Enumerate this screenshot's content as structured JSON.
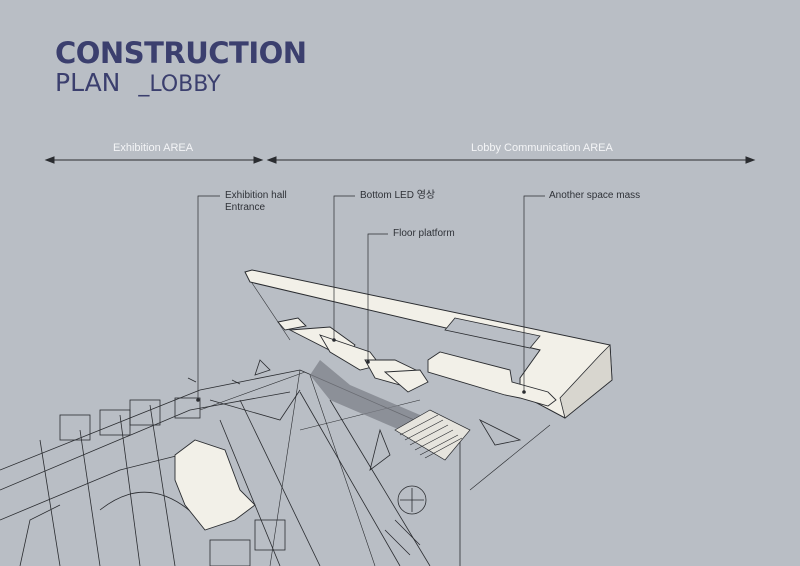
{
  "title": {
    "line1": "CONSTRUCTION",
    "line2": "PLAN",
    "subtitle": "_LOBBY"
  },
  "areas": [
    {
      "label": "Exhibition AREA"
    },
    {
      "label": "Lobby Communication AREA"
    }
  ],
  "callouts": [
    {
      "line1": "Exhibition hall",
      "line2": "Entrance"
    },
    {
      "line1": "Bottom LED 영상"
    },
    {
      "line1": "Floor platform"
    },
    {
      "line1": "Another space mass"
    }
  ],
  "colors": {
    "background": "#b9bec5",
    "title": "#3b3f6e",
    "volume_fill": "#f2f0e8",
    "linework": "#2a2c30",
    "shadow": "#7d8088"
  }
}
